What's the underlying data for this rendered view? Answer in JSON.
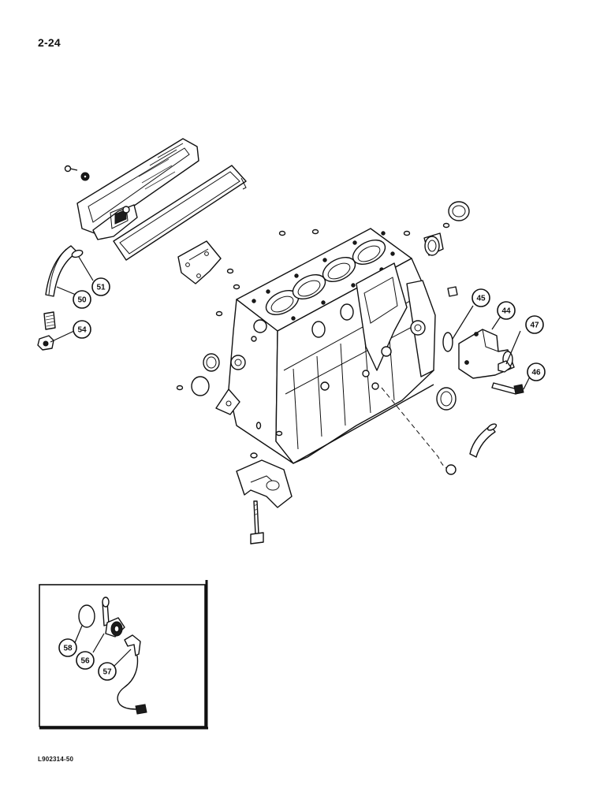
{
  "page": {
    "number": "2-24",
    "figure_code": "L902314-50"
  },
  "callouts": {
    "c44": "44",
    "c45": "45",
    "c46": "46",
    "c47": "47",
    "c50": "50",
    "c51": "51",
    "c54": "54",
    "c56": "56",
    "c57": "57",
    "c58": "58"
  }
}
